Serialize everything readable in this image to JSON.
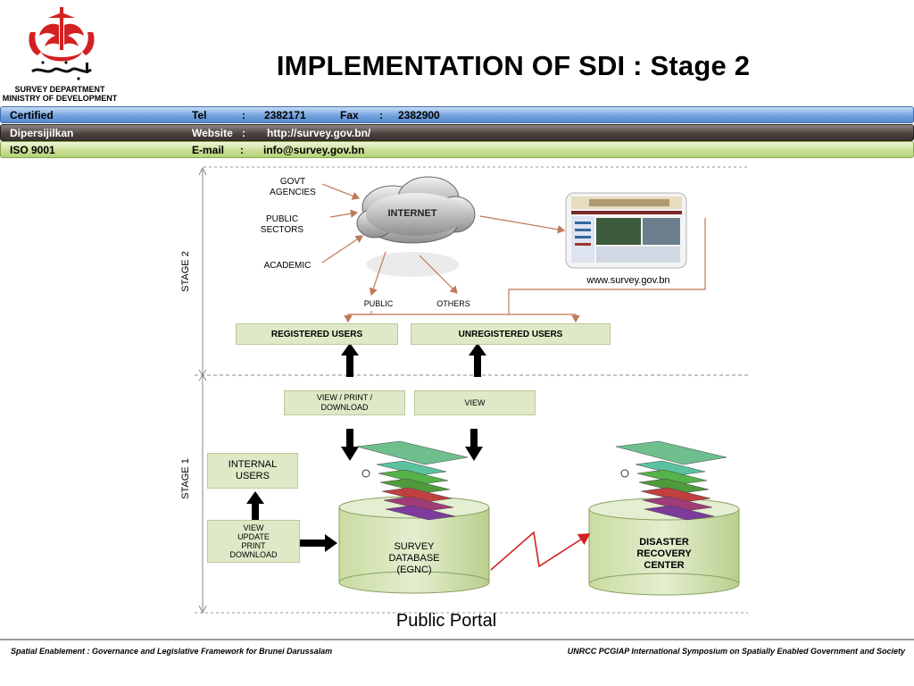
{
  "header": {
    "org_line1": "SURVEY DEPARTMENT",
    "org_line2": "MINISTRY OF DEVELOPMENT",
    "title": "IMPLEMENTATION OF SDI : Stage 2"
  },
  "info_bars": {
    "certified": "Certified",
    "tel_label": "Tel",
    "tel_value": "2382171",
    "fax_label": "Fax",
    "fax_value": "2382900",
    "colon": ":",
    "dipersijilkan": "Dipersijilkan",
    "website_label": "Website",
    "website_value": "http://survey.gov.bn/",
    "iso": "ISO 9001",
    "email_label": "E-mail",
    "email_value": "info@survey.gov.bn"
  },
  "diagram": {
    "stage2": "STAGE 2",
    "stage1": "STAGE 1",
    "govt_agencies": "GOVT\nAGENCIES",
    "public_sectors": "PUBLIC\nSECTORS",
    "academic": "ACADEMIC",
    "internet": "INTERNET",
    "public": "PUBLIC",
    "others": "OTHERS",
    "website_caption": "www.survey.gov.bn",
    "registered_users": "REGISTERED USERS",
    "unregistered_users": "UNREGISTERED USERS",
    "view_print_download": "VIEW / PRINT /\nDOWNLOAD",
    "view": "VIEW",
    "internal_users": "INTERNAL\nUSERS",
    "view_update_print_download": "VIEW\nUPDATE\nPRINT\nDOWNLOAD",
    "survey_database": "SURVEY\nDATABASE\n(EGNC)",
    "disaster_recovery": "DISASTER\nRECOVERY\nCENTER",
    "public_portal": "Public Portal"
  },
  "footer": {
    "left": "Spatial Enablement : Governance and Legislative Framework for Brunei Darussalam",
    "right": "UNRCC PCGIAP International Symposium on Spatially Enabled Government and Society"
  },
  "colors": {
    "box_green": "#dfe9c7",
    "arrow_brown": "#c0785a",
    "red_line": "#d02020",
    "crest_red": "#d32020"
  }
}
